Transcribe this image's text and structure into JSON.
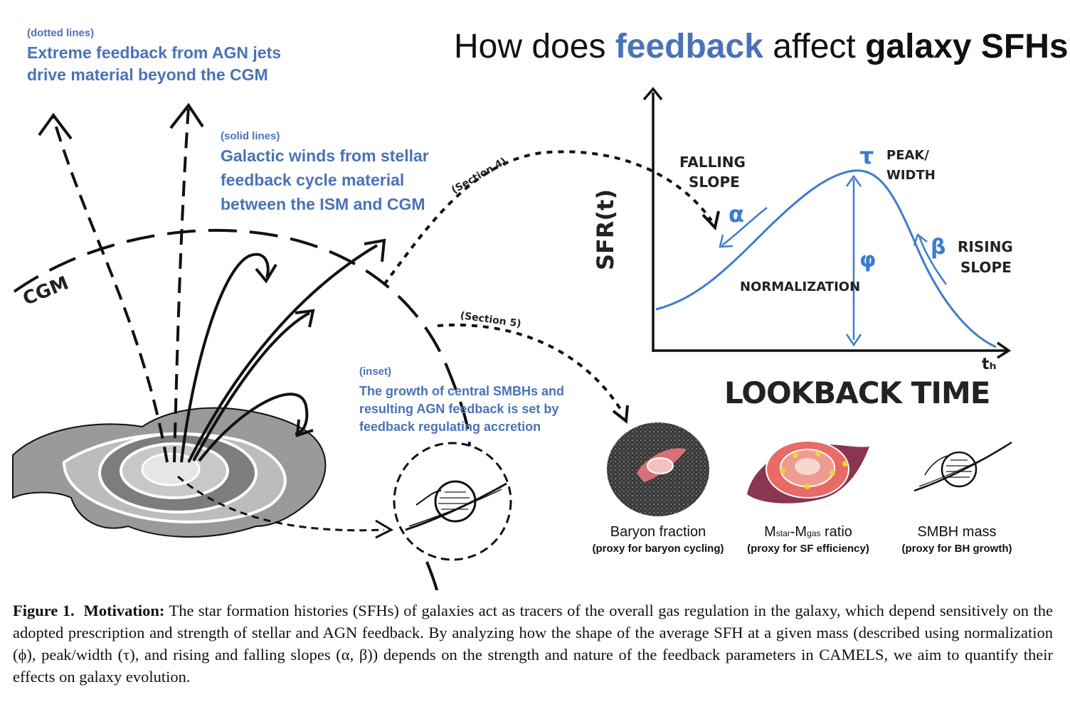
{
  "title": {
    "part1": "How does ",
    "part2": "feedback",
    "part3": " affect ",
    "part4": "galaxy SFHs",
    "part5": "?"
  },
  "annotations": {
    "dotted_tag": "(dotted lines)",
    "dotted_text_1": "Extreme feedback from AGN jets",
    "dotted_text_2": "drive material beyond the CGM",
    "solid_tag": "(solid lines)",
    "solid_text_1": "Galactic winds from stellar",
    "solid_text_2": "feedback cycle material",
    "solid_text_3": "between the ISM and CGM",
    "inset_tag": "(inset)",
    "inset_text_1": "The growth of central SMBHs and",
    "inset_text_2": "resulting AGN feedback is set by",
    "inset_text_3": "feedback regulating accretion",
    "cgm": "CGM",
    "section4": "(Section 4)",
    "section5": "(Section 5)"
  },
  "sfh_plot": {
    "ylabel": "SFR(t)",
    "xlabel": "LOOKBACK TIME",
    "falling_1": "FALLING",
    "falling_2": "SLOPE",
    "alpha": "α",
    "tau": "τ",
    "peak_1": "PEAK/",
    "peak_2": "WIDTH",
    "phi": "φ",
    "normalization": "NORMALIZATION",
    "beta": "β",
    "rising_1": "RISING",
    "rising_2": "SLOPE",
    "tick_end": "tₕ"
  },
  "proxies": [
    {
      "name": "Baryon fraction",
      "desc": "(proxy for baryon cycling)"
    },
    {
      "name_main1": "M",
      "name_sub1": "star",
      "name_mid": "-M",
      "name_sub2": "gas",
      "name_end": " ratio",
      "desc": "(proxy for SF efficiency)"
    },
    {
      "name": "SMBH mass",
      "desc": "(proxy for BH growth)"
    }
  ],
  "caption": {
    "label": "Figure 1.",
    "bold_lead": "Motivation:",
    "text": "The star formation histories (SFHs) of galaxies act as tracers of the overall gas regulation in the galaxy, which depend sensitively on the adopted prescription and strength of stellar and AGN feedback. By analyzing how the shape of the average SFH at a given mass (described using normalization (ϕ), peak/width (τ), and rising and falling slopes (α, β)) depends on the strength and nature of the feedback parameters in CAMELS, we aim to quantify their effects on galaxy evolution."
  },
  "colors": {
    "accent_blue": "#4a72b8",
    "curve_blue": "#3d7bd0",
    "galaxy_gray": "#9a9a9a"
  }
}
